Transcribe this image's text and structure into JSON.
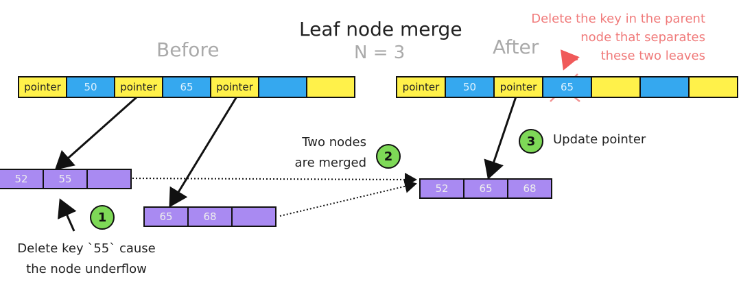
{
  "title": "Leaf node merge",
  "subtitle": "N = 3",
  "before_label": "Before",
  "after_label": "After",
  "before_parent": [
    {
      "text": "pointer",
      "kind": "pointer"
    },
    {
      "text": "50",
      "kind": "key"
    },
    {
      "text": "pointer",
      "kind": "pointer"
    },
    {
      "text": "65",
      "kind": "key"
    },
    {
      "text": "pointer",
      "kind": "pointer"
    },
    {
      "text": "",
      "kind": "key"
    },
    {
      "text": "",
      "kind": "pointer"
    }
  ],
  "after_parent": [
    {
      "text": "pointer",
      "kind": "pointer"
    },
    {
      "text": "50",
      "kind": "key"
    },
    {
      "text": "pointer",
      "kind": "pointer"
    },
    {
      "text": "65",
      "kind": "key",
      "deleted": true
    },
    {
      "text": "",
      "kind": "pointer"
    },
    {
      "text": "",
      "kind": "key"
    },
    {
      "text": "",
      "kind": "pointer"
    }
  ],
  "leaf_left": [
    "52",
    "55",
    ""
  ],
  "leaf_right": [
    "65",
    "68",
    ""
  ],
  "leaf_merged": [
    "52",
    "65",
    "68"
  ],
  "annotations": {
    "delete_parent_key": [
      "Delete the key in the parent",
      "node that separates",
      "these two leaves"
    ],
    "merged": [
      "Two nodes",
      "are merged"
    ],
    "update_pointer": "Update pointer",
    "underflow": [
      "Delete key `55` cause",
      "the node underflow"
    ]
  },
  "steps": [
    "1",
    "2",
    "3"
  ],
  "colors": {
    "pointer": "#fff14a",
    "key": "#35a8ef",
    "leaf": "#a98af2",
    "step": "#7ed957",
    "note": "#f07a7a"
  }
}
